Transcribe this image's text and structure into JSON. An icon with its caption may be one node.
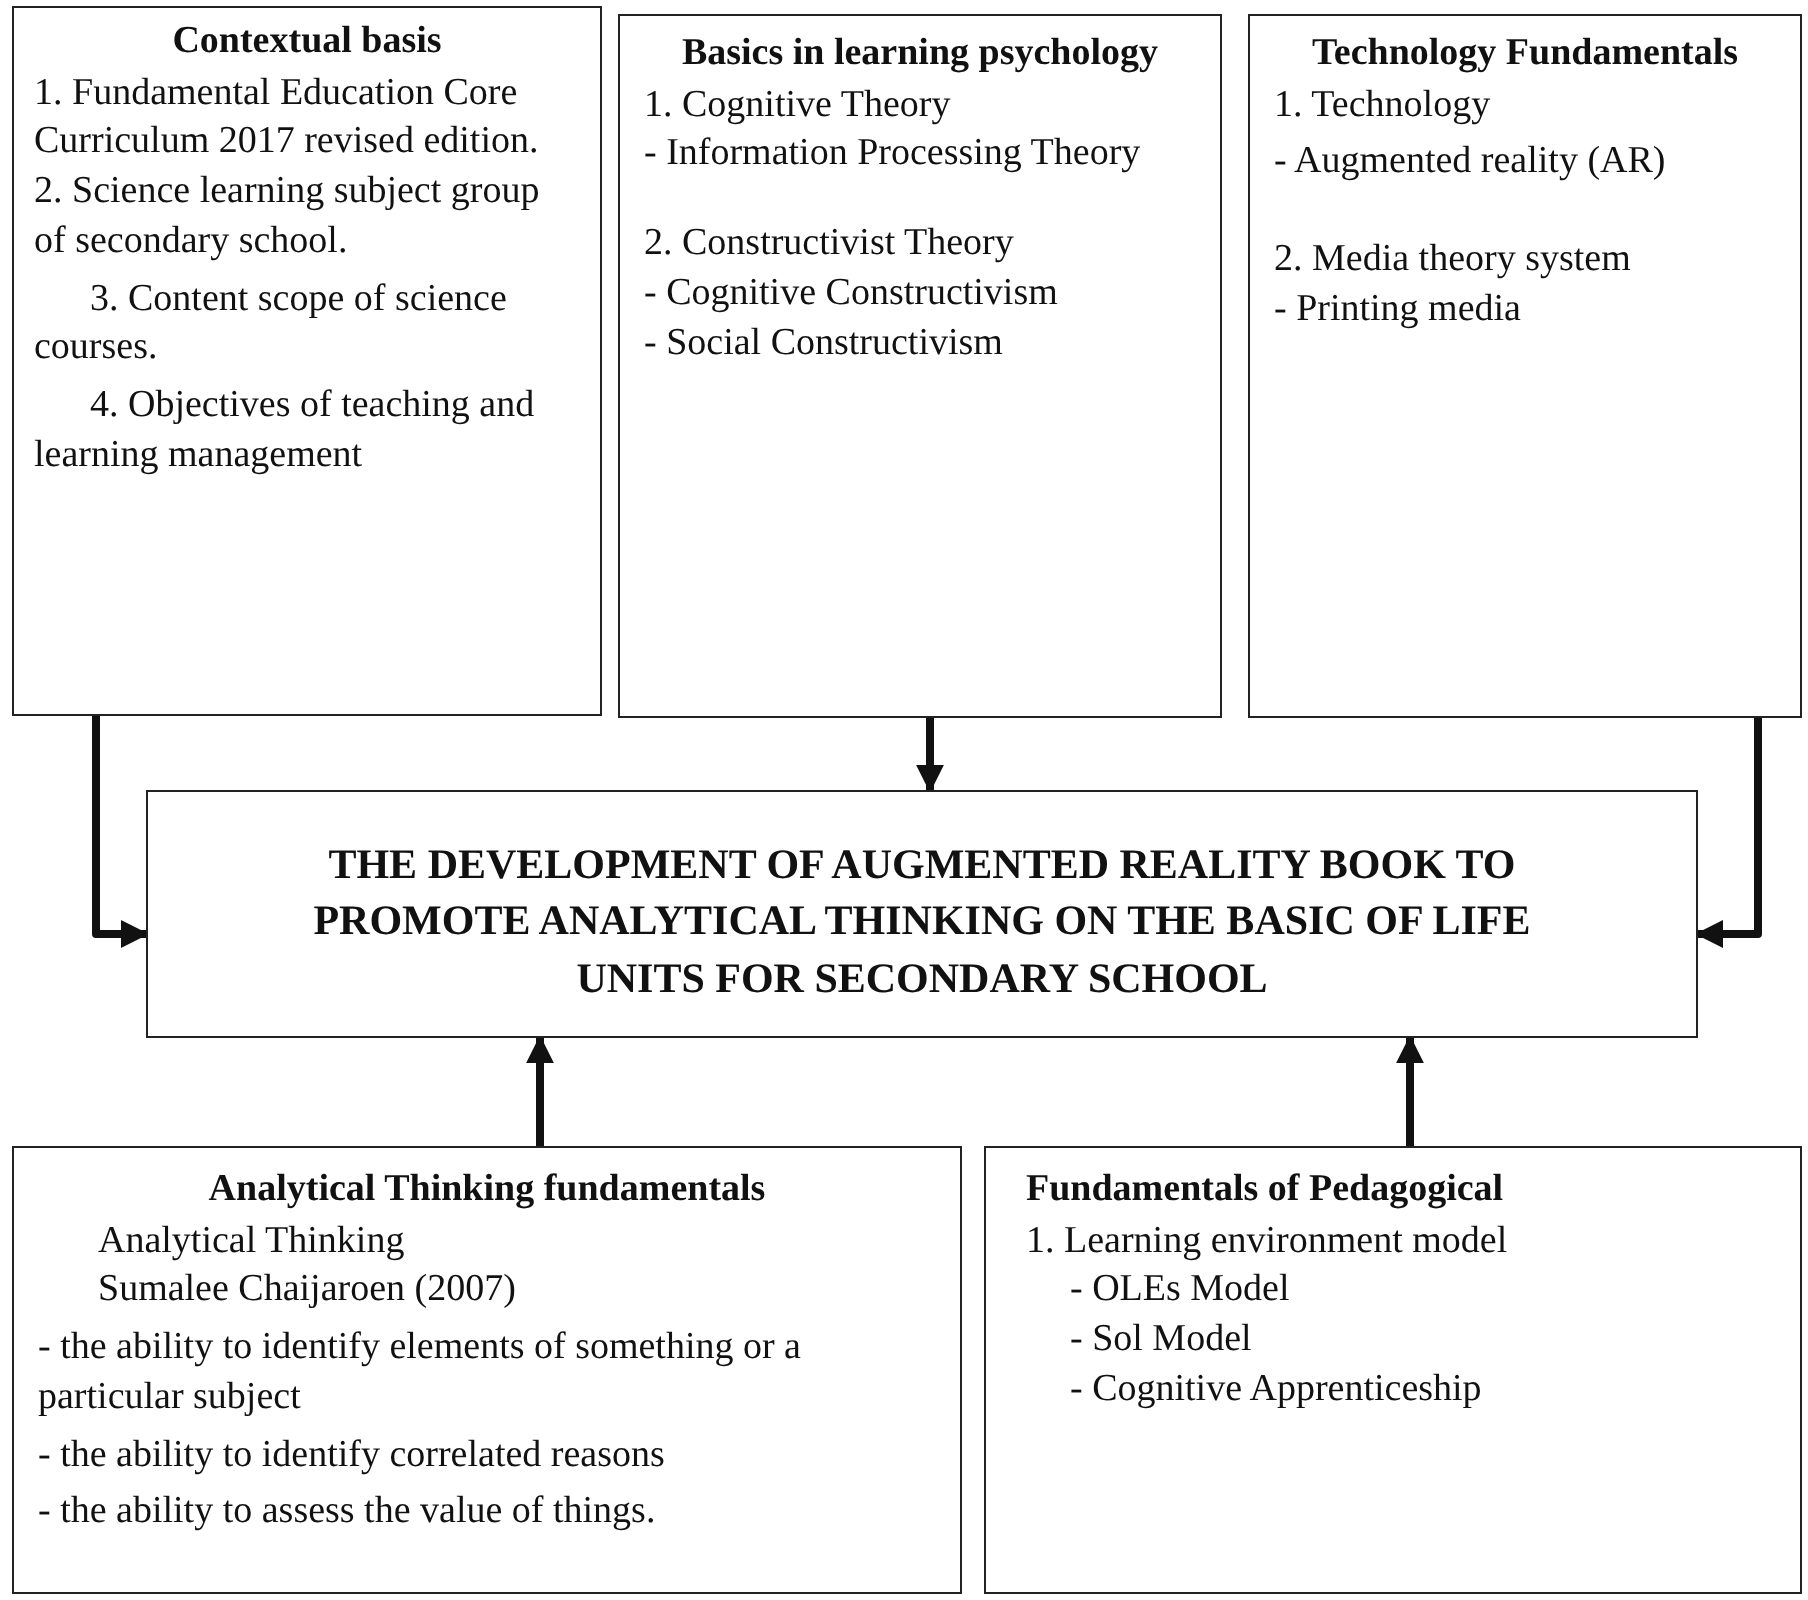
{
  "diagram": {
    "nodes": [
      {
        "text": [
          "Contextual basis",
          "1. Fundamental Education Core Curriculum 2017 revised edition.",
          "2. Science learning subject group of secondary school.",
          "3. Content scope of science courses.",
          "4. Objectives of teaching and learning management"
        ]
      },
      {
        "text": [
          "Basics in learning psychology",
          "1. Cognitive Theory",
          "- Information Processing Theory",
          "2. Constructivist Theory",
          "- Cognitive Constructivism",
          "- Social Constructivism"
        ]
      },
      {
        "text": [
          "Technology Fundamentals",
          "1. Technology",
          "- Augmented reality (AR)",
          "2. Media theory system",
          "- Printing media"
        ]
      },
      {
        "text": [
          "THE DEVELOPMENT OF AUGMENTED REALITY BOOK TO PROMOTE ANALYTICAL THINKING ON THE BASIC OF LIFE UNITS FOR SECONDARY SCHOOL"
        ]
      },
      {
        "text": [
          "Analytical Thinking fundamentals",
          "Analytical Thinking",
          "Sumalee Chaijaroen (2007)",
          "- the ability to identify elements of something or a particular subject",
          "- the ability to identify correlated reasons",
          "- the ability to assess the value of things."
        ]
      },
      {
        "text": [
          "Fundamentals of Pedagogical",
          "1. Learning environment model",
          "- OLEs Model",
          "- Sol Model",
          "- Cognitive Apprenticeship"
        ]
      }
    ],
    "edges": [
      {
        "from": 0,
        "to": 3,
        "arrow": "to"
      },
      {
        "from": 1,
        "to": 3,
        "arrow": "to"
      },
      {
        "from": 2,
        "to": 3,
        "arrow": "to"
      },
      {
        "from": 4,
        "to": 3,
        "arrow": "to"
      },
      {
        "from": 5,
        "to": 3,
        "arrow": "to"
      }
    ]
  }
}
